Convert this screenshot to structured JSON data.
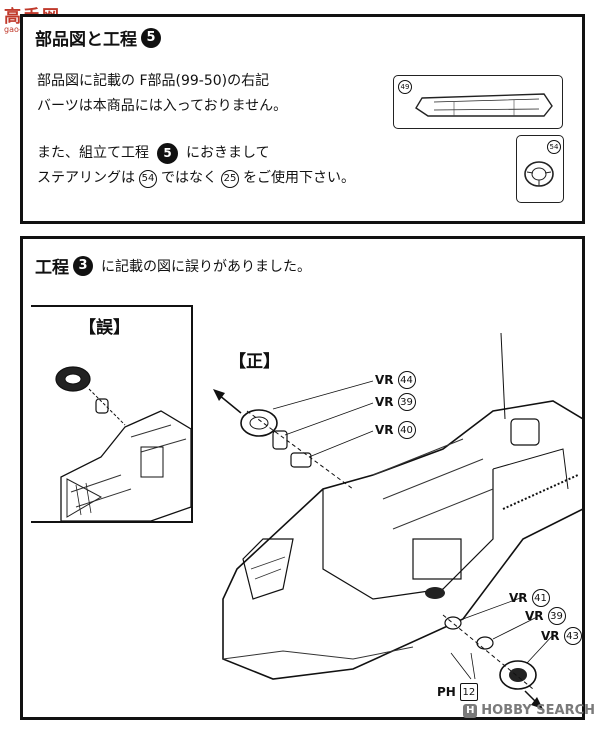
{
  "site_logo": {
    "big": "高手网",
    "small": "gao-shou.com"
  },
  "box1": {
    "title": "部品図と工程",
    "title_step": "5",
    "line1": "部品図に記載の F部品(99-50)の右記",
    "line2": "バーツは本商品には入っておりません。",
    "line3_pre": "また、組立て工程",
    "line3_step": "5",
    "line3_post": "におきまして",
    "line4_pre": "ステアリングは",
    "line4_num_a": "54",
    "line4_mid": "ではなく",
    "line4_num_b": "25",
    "line4_post": "をご使用下さい。",
    "part_label": "49",
    "wheel_label": "54"
  },
  "box2": {
    "title": "工程",
    "title_step": "3",
    "title_post": "に記載の図に誤りがありました。",
    "label_wrong": "【誤】",
    "label_right": "【正】",
    "callouts_top": [
      {
        "prefix": "VR",
        "num": "44"
      },
      {
        "prefix": "VR",
        "num": "39"
      },
      {
        "prefix": "VR",
        "num": "40"
      }
    ],
    "callouts_bottom": [
      {
        "prefix": "VR",
        "num": "41"
      },
      {
        "prefix": "VR",
        "num": "39"
      },
      {
        "prefix": "VR",
        "num": "43"
      }
    ],
    "ph_label": "PH",
    "ph_num": "12"
  },
  "watermark": {
    "mark": "H",
    "text": "HOBBY SEARCH"
  }
}
